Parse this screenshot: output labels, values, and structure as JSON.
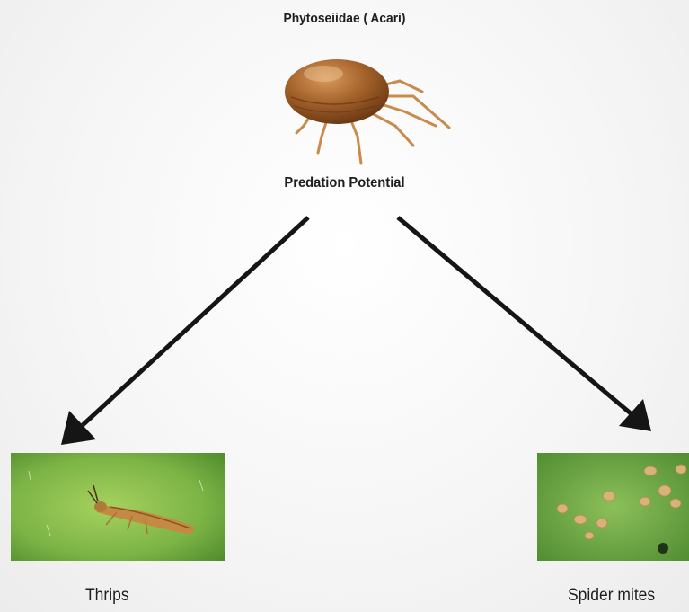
{
  "diagram": {
    "title": "Phytoseiidae ( Acari)",
    "subtitle": "Predation Potential",
    "prey": [
      {
        "label": "Thrips"
      },
      {
        "label": "Spider mites"
      }
    ]
  },
  "colors": {
    "arrow": "#151515",
    "leaf_green": "#7cb446",
    "mite_brown": "#9a5a26"
  }
}
